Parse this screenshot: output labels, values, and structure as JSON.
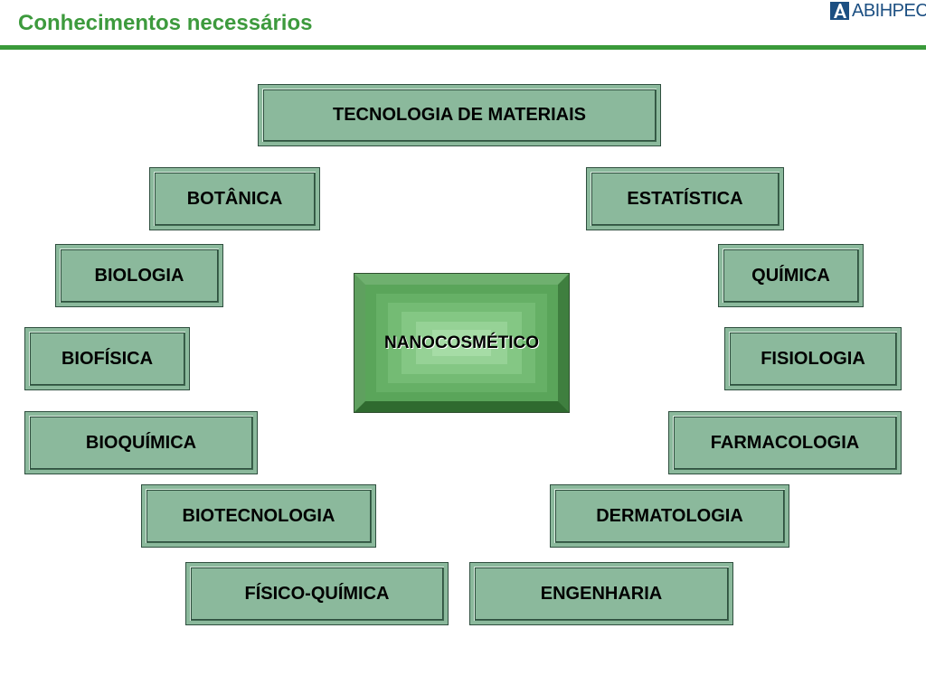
{
  "header": {
    "title": "Conhecimentos necessários",
    "logo_text": "ABIHPEC"
  },
  "diagram": {
    "center": "NANOCOSMÉTICO",
    "top": "TECNOLOGIA DE MATERIAIS",
    "left": [
      "BOTÂNICA",
      "BIOLOGIA",
      "BIOFÍSICA",
      "BIOQUÍMICA",
      "BIOTECNOLOGIA",
      "FÍSICO-QUÍMICA"
    ],
    "right": [
      "ESTATÍSTICA",
      "QUÍMICA",
      "FISIOLOGIA",
      "FARMACOLOGIA",
      "DERMATOLOGIA",
      "ENGENHARIA"
    ]
  },
  "colors": {
    "title": "#3d9a3d",
    "rule": "#3a9a3a",
    "box_fill": "#8bb99c",
    "center_fill": "#4f9a4f",
    "logo": "#1c4f82"
  }
}
